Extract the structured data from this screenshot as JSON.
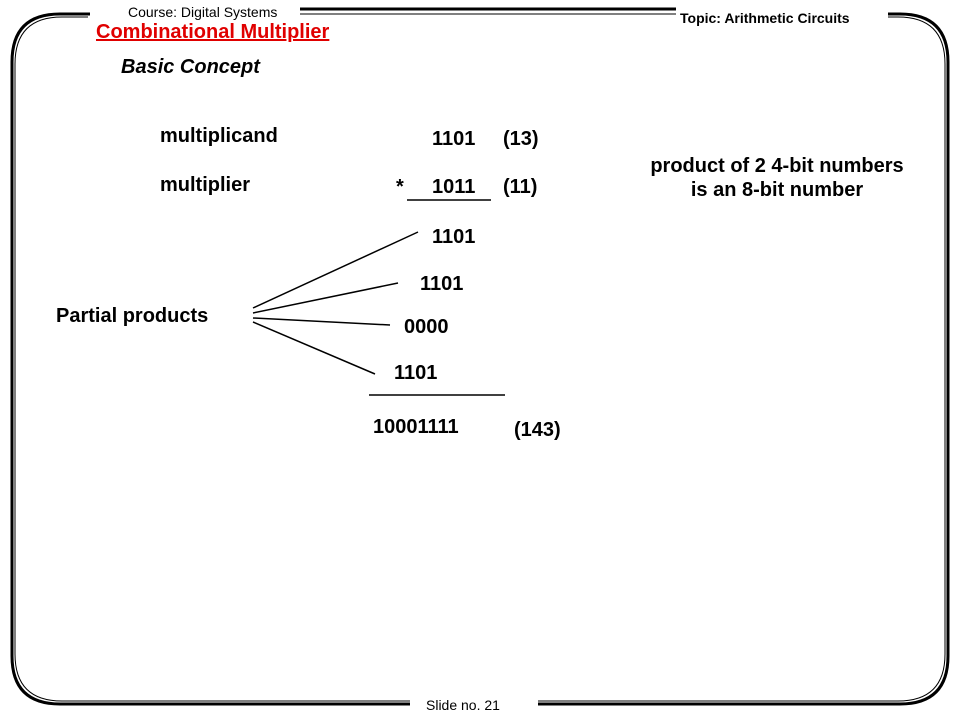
{
  "header": {
    "course": "Course: Digital Systems",
    "topic": "Topic: Arithmetic Circuits"
  },
  "slide": {
    "title": "Combinational Multiplier",
    "subtitle": "Basic Concept"
  },
  "multiplication": {
    "multiplicand_label": "multiplicand",
    "multiplier_label": "multiplier",
    "multiplicand": "1101",
    "multiplicand_decimal": "(13)",
    "operator": "*",
    "multiplier": "1011",
    "multiplier_decimal": "(11)",
    "partial_products_label": "Partial products",
    "partial_products": [
      "1101",
      "1101",
      "0000",
      "1101"
    ],
    "product": "10001111",
    "product_decimal": "(143)"
  },
  "note": {
    "line1": "product of 2 4-bit numbers",
    "line2": "is an 8-bit number"
  },
  "footer": {
    "slide_no": "Slide no. 21"
  }
}
